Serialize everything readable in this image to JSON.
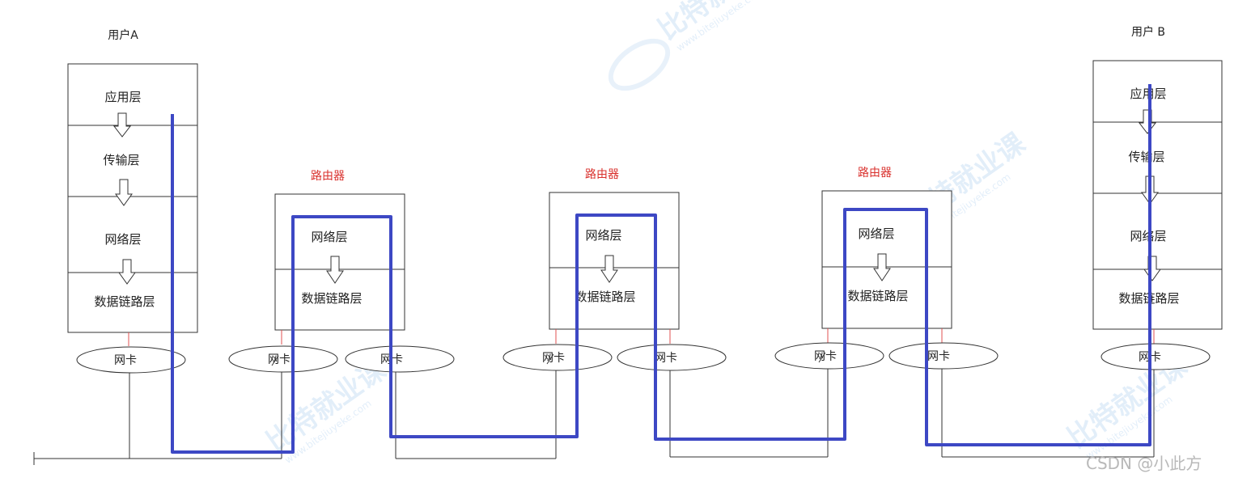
{
  "user_a": {
    "title": "用户A",
    "layers": [
      "应用层",
      "传输层",
      "网络层",
      "数据链路层"
    ],
    "nic": "网卡"
  },
  "user_b": {
    "title": "用户 B",
    "layers": [
      "应用层",
      "传输层",
      "网络层",
      "数据链路层"
    ],
    "nic": "网卡"
  },
  "routers": [
    {
      "title": "路由器",
      "layers": [
        "网络层",
        "数据链路层"
      ],
      "nics": [
        "网卡",
        "网卡"
      ]
    },
    {
      "title": "路由器",
      "layers": [
        "网络层",
        "数据链路层"
      ],
      "nics": [
        "网卡",
        "网卡"
      ]
    },
    {
      "title": "路由器",
      "layers": [
        "网络层",
        "数据链路层"
      ],
      "nics": [
        "网卡",
        "网卡"
      ]
    }
  ],
  "watermark": {
    "brand": "比特就业课",
    "url": "www.bitejiuyeke.com"
  },
  "footer": {
    "credit": "CSDN @小此方"
  },
  "colors": {
    "path": "#3d48c4",
    "router_title": "#d9302c",
    "tick": "#e05050",
    "line": "#333333"
  }
}
